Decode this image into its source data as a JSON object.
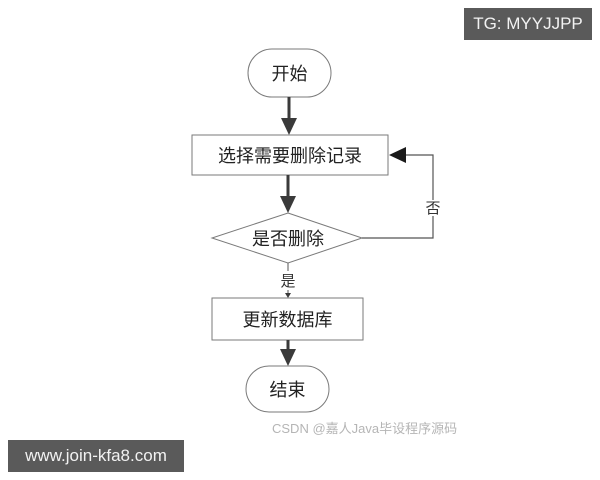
{
  "diagram": {
    "type": "flowchart",
    "nodes": {
      "start": {
        "label": "开始",
        "shape": "terminator"
      },
      "select": {
        "label": "选择需要删除记录",
        "shape": "process"
      },
      "decision": {
        "label": "是否删除",
        "shape": "decision"
      },
      "update": {
        "label": "更新数据库",
        "shape": "process"
      },
      "end": {
        "label": "结束",
        "shape": "terminator"
      }
    },
    "edges": {
      "yes_label": "是",
      "no_label": "否"
    },
    "edge_list": [
      {
        "from": "start",
        "to": "select"
      },
      {
        "from": "select",
        "to": "decision"
      },
      {
        "from": "decision",
        "to": "update",
        "label": "是"
      },
      {
        "from": "decision",
        "to": "select",
        "label": "否"
      },
      {
        "from": "update",
        "to": "end"
      }
    ]
  },
  "overlays": {
    "top_right_badge": "TG: MYYJJPP",
    "bottom_left_badge": "www.join-kfa8.com",
    "watermark": "CSDN @嘉人Java毕设程序源码"
  },
  "colors": {
    "stroke": "#7a7a7a",
    "arrow": "#3a3a3a",
    "badge_bg": "#5a5a5a",
    "badge_text": "#f2f2f2",
    "watermark": "#b5b5b5"
  }
}
